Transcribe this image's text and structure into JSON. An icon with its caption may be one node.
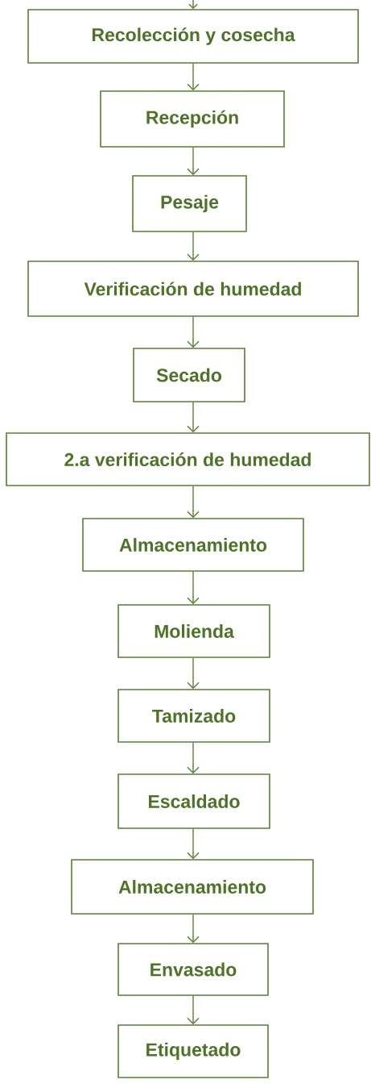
{
  "diagram": {
    "nodes": [
      {
        "text": [
          "Recolección y cosecha"
        ]
      },
      {
        "text": [
          "Recepción"
        ]
      },
      {
        "text": [
          "Pesaje"
        ]
      },
      {
        "text": [
          "Verificación de humedad"
        ]
      },
      {
        "text": [
          "Secado"
        ]
      },
      {
        "text": [
          "2.a verificación de humedad"
        ]
      },
      {
        "text": [
          "Almacenamiento"
        ]
      },
      {
        "text": [
          "Molienda"
        ]
      },
      {
        "text": [
          "Tamizado"
        ]
      },
      {
        "text": [
          "Escaldado"
        ]
      },
      {
        "text": [
          "Almacenamiento"
        ]
      },
      {
        "text": [
          "Envasado"
        ]
      },
      {
        "text": [
          "Etiquetado"
        ]
      }
    ],
    "edges": [
      {
        "from": null,
        "to": 0,
        "arrow": "to"
      },
      {
        "from": 0,
        "to": 1,
        "arrow": "to"
      },
      {
        "from": 1,
        "to": 2,
        "arrow": "to"
      },
      {
        "from": 2,
        "to": 3,
        "arrow": "to"
      },
      {
        "from": 3,
        "to": 4,
        "arrow": "to"
      },
      {
        "from": 4,
        "to": 5,
        "arrow": "to"
      },
      {
        "from": 5,
        "to": 6,
        "arrow": "to"
      },
      {
        "from": 6,
        "to": 7,
        "arrow": "to"
      },
      {
        "from": 7,
        "to": 8,
        "arrow": "to"
      },
      {
        "from": 8,
        "to": 9,
        "arrow": "to"
      },
      {
        "from": 9,
        "to": 10,
        "arrow": "to"
      },
      {
        "from": 10,
        "to": 11,
        "arrow": "to"
      },
      {
        "from": 11,
        "to": 12,
        "arrow": "to"
      }
    ]
  }
}
